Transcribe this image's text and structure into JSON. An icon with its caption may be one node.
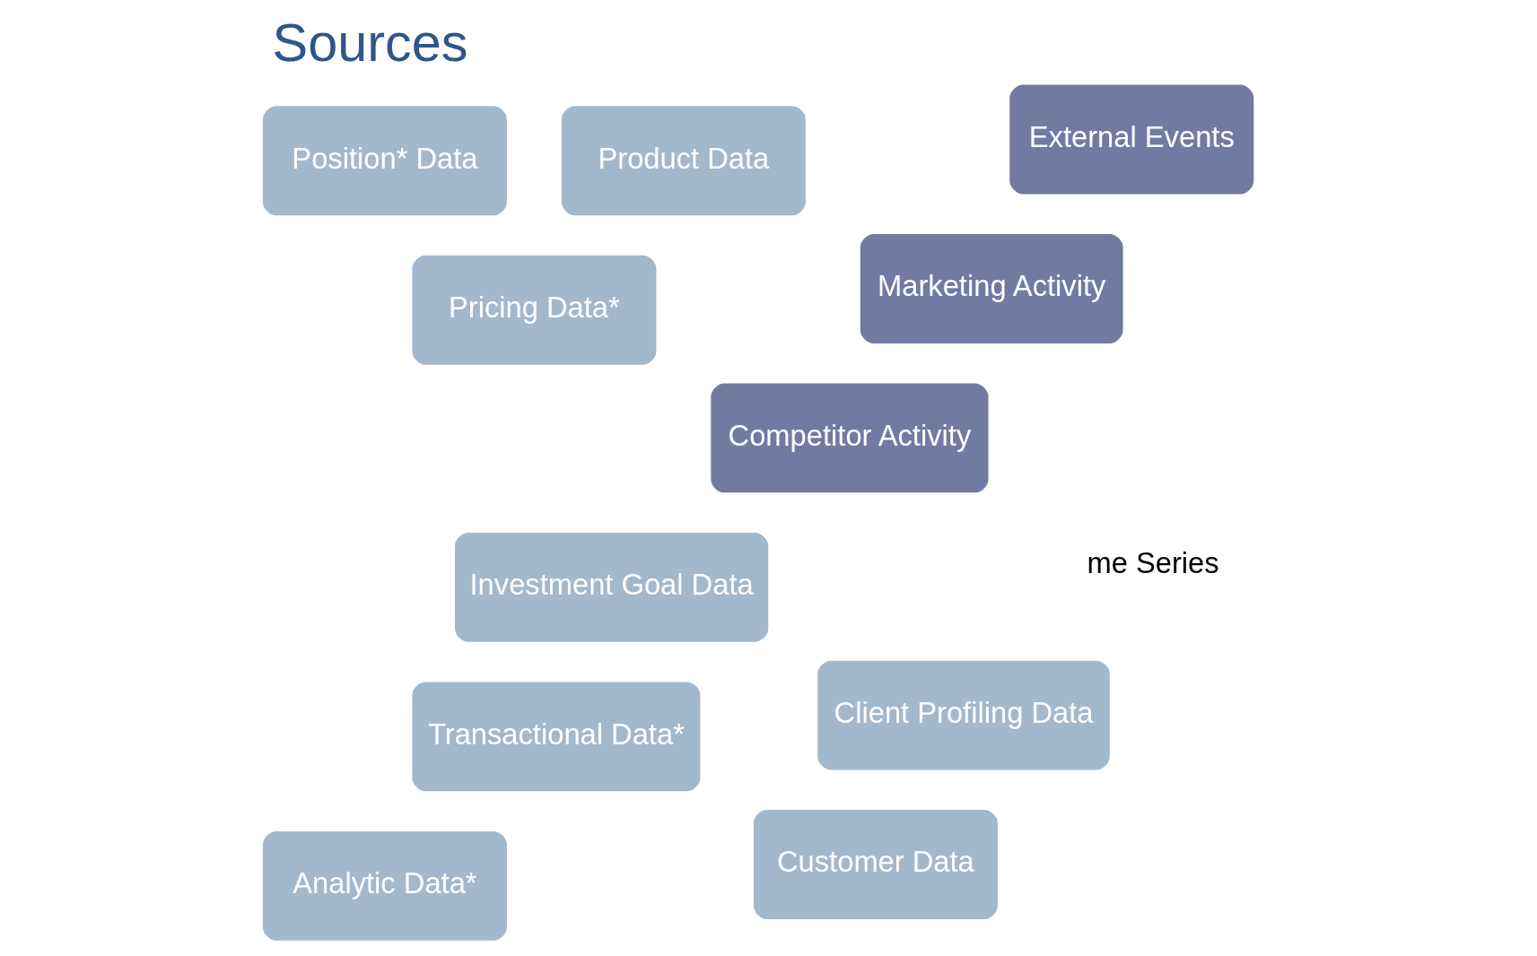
{
  "diagram": {
    "title": "Sources",
    "nodes": [
      {
        "text": [
          "Competitor Activity"
        ]
      },
      {
        "text": [
          "Pricing Data*"
        ]
      },
      {
        "text": [
          "Customer Data"
        ]
      },
      {
        "text": [
          "Product Data"
        ]
      },
      {
        "text": [
          "Marketing Activity"
        ]
      },
      {
        "text": [
          "Client Profiling Data"
        ]
      },
      {
        "text": [
          "Transactional Data*"
        ]
      },
      {
        "text": [
          "Position* Data"
        ]
      },
      {
        "text": [
          "Analytic Data*"
        ]
      },
      {
        "text": [
          "Investment Goal Data"
        ]
      },
      {
        "text": [
          "External Events"
        ]
      }
    ],
    "edges": [],
    "labels": [
      "me Series"
    ]
  }
}
